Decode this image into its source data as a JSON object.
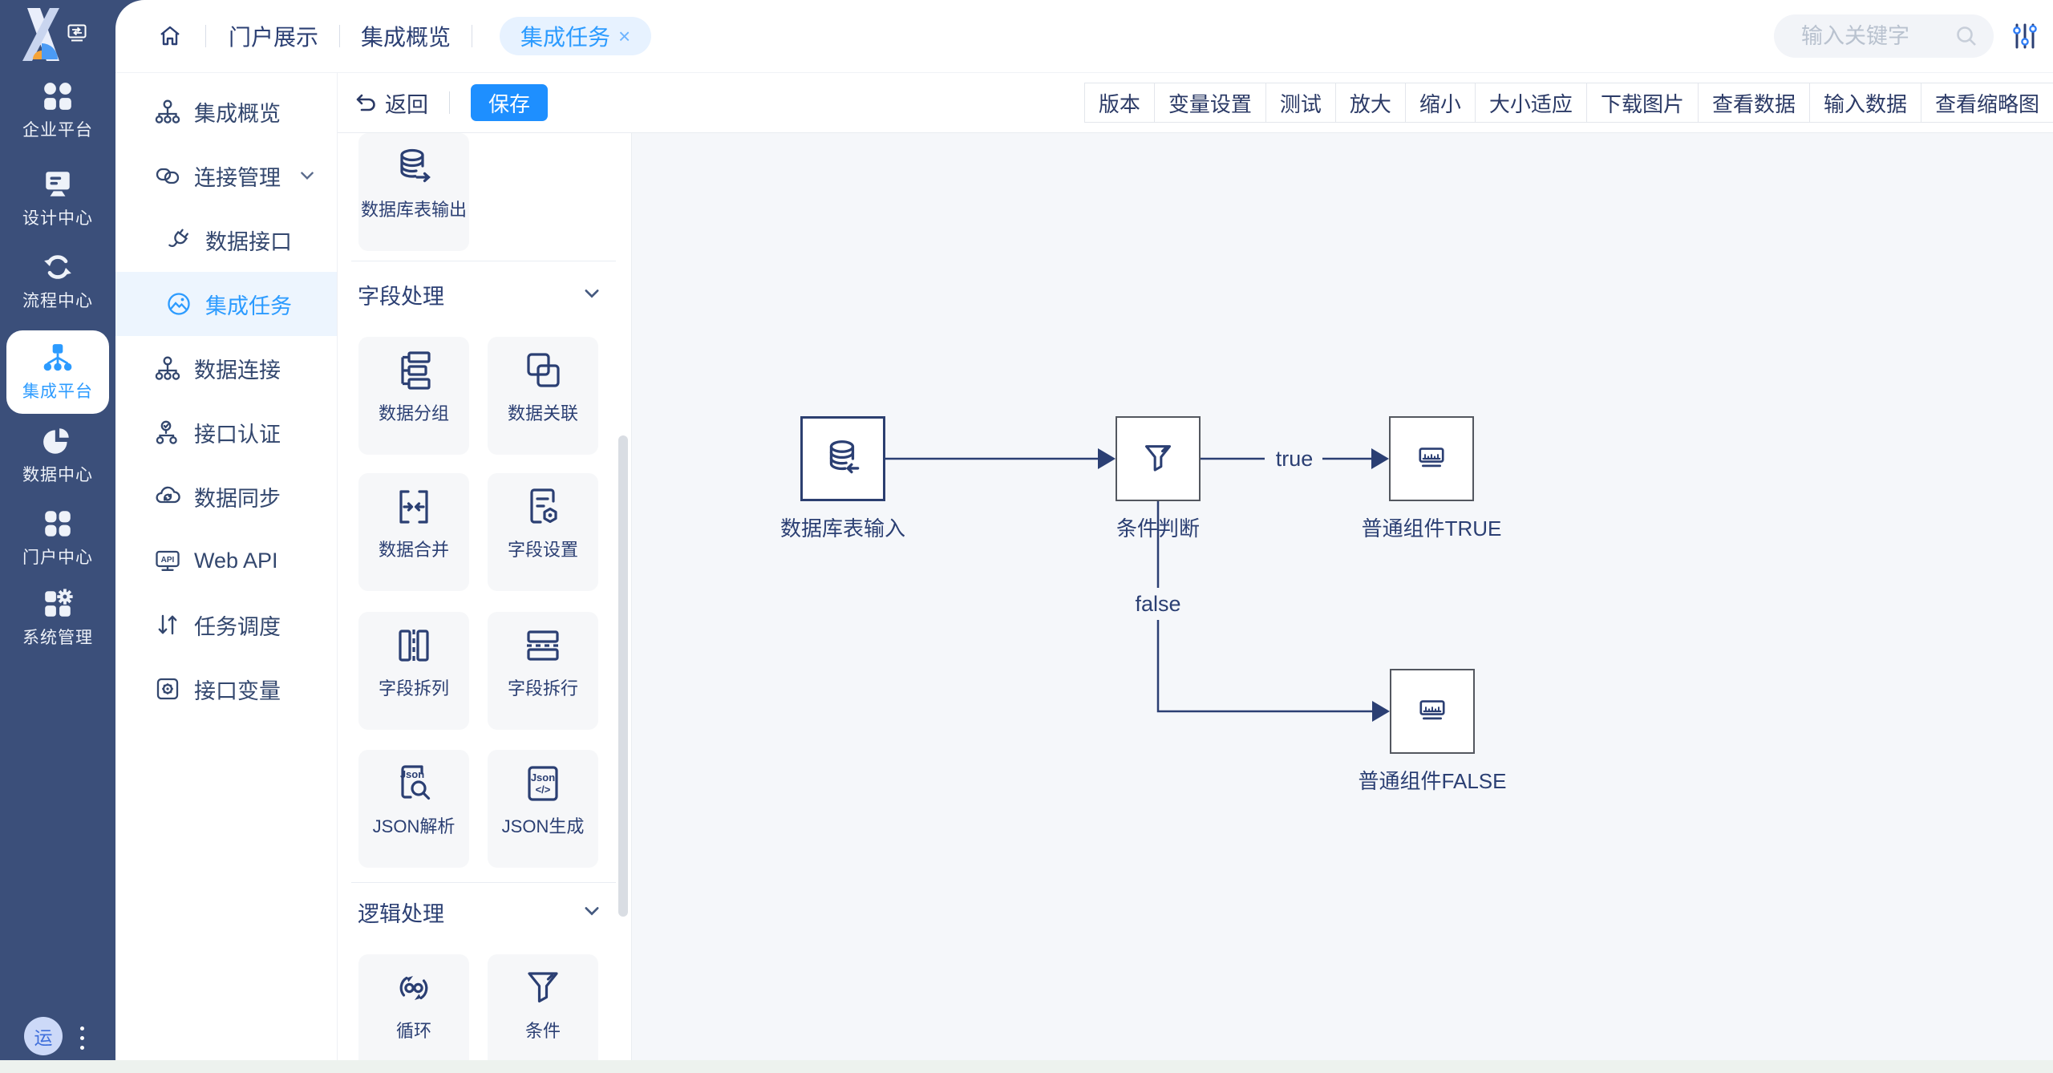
{
  "topbar": {
    "nav": [
      {
        "label": "门户展示"
      },
      {
        "label": "集成概览"
      }
    ],
    "active_tab": {
      "label": "集成任务",
      "close": "×"
    },
    "search": {
      "placeholder": "输入关键字"
    }
  },
  "sidebar": {
    "items": [
      {
        "label": "企业平台"
      },
      {
        "label": "设计中心"
      },
      {
        "label": "流程中心"
      },
      {
        "label": "集成平台"
      },
      {
        "label": "数据中心"
      },
      {
        "label": "门户中心"
      },
      {
        "label": "系统管理"
      }
    ],
    "avatar": "运"
  },
  "menu": {
    "items": [
      {
        "label": "集成概览"
      },
      {
        "label": "连接管理"
      },
      {
        "label": "数据接口"
      },
      {
        "label": "集成任务"
      },
      {
        "label": "数据连接"
      },
      {
        "label": "接口认证"
      },
      {
        "label": "数据同步"
      },
      {
        "label": "Web API"
      },
      {
        "label": "任务调度"
      },
      {
        "label": "接口变量"
      }
    ]
  },
  "toolbar": {
    "back": "返回",
    "save": "保存",
    "actions": [
      {
        "label": "版本"
      },
      {
        "label": "变量设置"
      },
      {
        "label": "测试"
      },
      {
        "label": "放大"
      },
      {
        "label": "缩小"
      },
      {
        "label": "大小适应"
      },
      {
        "label": "下载图片"
      },
      {
        "label": "查看数据"
      },
      {
        "label": "输入数据"
      },
      {
        "label": "查看缩略图"
      }
    ]
  },
  "panel": {
    "top_card": {
      "label": "数据库表输出"
    },
    "sections": [
      {
        "title": "字段处理",
        "cards": [
          {
            "label": "数据分组"
          },
          {
            "label": "数据关联"
          },
          {
            "label": "数据合并"
          },
          {
            "label": "字段设置"
          },
          {
            "label": "字段拆列"
          },
          {
            "label": "字段拆行"
          },
          {
            "label": "JSON解析"
          },
          {
            "label": "JSON生成"
          }
        ]
      },
      {
        "title": "逻辑处理",
        "cards": [
          {
            "label": "循环"
          },
          {
            "label": "条件"
          }
        ]
      }
    ]
  },
  "canvas": {
    "nodes": [
      {
        "label": "数据库表输入"
      },
      {
        "label": "条件判断"
      },
      {
        "label": "普通组件TRUE"
      },
      {
        "label": "普通组件FALSE"
      }
    ],
    "edges": {
      "true": "true",
      "false": "false"
    }
  },
  "colors": {
    "accent": "#1e8fff",
    "navy": "#2b3f73",
    "sidebar_bg": "#3b4f7a",
    "canvas_bg": "#f5f7fa",
    "active_tab_bg": "#e7f2ff"
  }
}
